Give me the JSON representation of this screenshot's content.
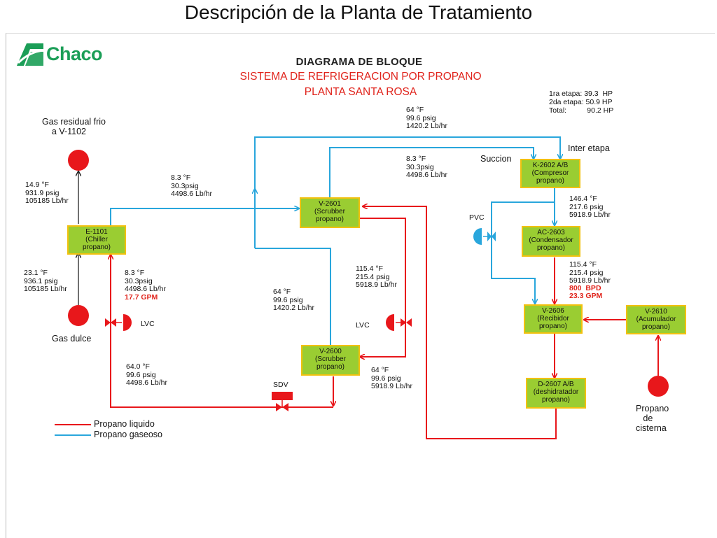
{
  "slide_title": "Descripción de la Planta de Tratamiento",
  "logo_text": "Chaco",
  "header": {
    "line1": "DIAGRAMA DE BLOQUE",
    "line2": "SISTEMA DE REFRIGERACION POR PROPANO",
    "line3": "PLANTA SANTA ROSA"
  },
  "power": {
    "row1": "1ra etapa: 39.3  HP",
    "row2": "2da etapa: 50.9 HP",
    "row3": "Total:          90.2 HP"
  },
  "equipment": {
    "e1101": [
      "E-1101",
      "(Chiller",
      "propano)"
    ],
    "v2601": [
      "V-2601",
      "(Scrubber",
      "propano)"
    ],
    "v2600": [
      "V-2600",
      "(Scrubber",
      "propano)"
    ],
    "k2602": [
      "K-2602 A/B",
      "(Compresor",
      "propano)"
    ],
    "ac2603": [
      "AC-2603",
      "(Condensador",
      "propano)"
    ],
    "v2606": [
      "V-2606",
      "(Recibidor",
      "propano)"
    ],
    "v2610": [
      "V-2610",
      "(Acumulador",
      "propano)"
    ],
    "d2607": [
      "D-2607 A/B",
      "(deshidratador",
      "propano)"
    ]
  },
  "labels": {
    "gas_residual": "Gas residual frio\n    a V-1102",
    "gas_dulce": "Gas dulce",
    "propano_cisterna": "Propano\n   de\ncisterna",
    "succion": "Succion",
    "inter_etapa": "Inter etapa",
    "pvc": "PVC",
    "lvc_left": "LVC",
    "lvc_mid": "LVC",
    "sdv": "SDV"
  },
  "streams": {
    "s_residual": "14.9 °F\n931.9 psig\n105185 Lb/hr",
    "s_dulce": "23.1 °F\n936.1 psig\n105185 Lb/hr",
    "s_e1101_out": "8.3 °F\n30.3psig\n4498.6 Lb/hr",
    "s_e1101_liq": "8.3 °F\n30.3psig\n4498.6 Lb/hr",
    "s_e1101_liq_gpm": "17.7 GPM",
    "s_e1101_in": "64.0 °F\n99.6 psig\n4498.6 Lb/hr",
    "s_top": "64 °F\n99.6 psig\n1420.2 Lb/hr",
    "s_succion": "8.3 °F\n30.3psig\n4498.6 Lb/hr",
    "s_v2600_vap": "64 °F\n99.6 psig\n1420.2 Lb/hr",
    "s_mid_liq": "115.4 °F\n215.4 psig\n5918.9 Lb/hr",
    "s_v2600_liq": "64 °F\n99.6 psig\n5918.9 Lb/hr",
    "s_comp_out": "146.4 °F\n217.6 psig\n5918.9 Lb/hr",
    "s_cond_out": "115.4 °F\n215.4 psig\n5918.9 Lb/hr",
    "s_cond_bpd": "800  BPD",
    "s_cond_gpm": "23.3 GPM"
  },
  "legend": {
    "liquid": "Propano liquido",
    "gas": "Propano gaseoso"
  },
  "colors": {
    "liquid": "#e8171b",
    "gas": "#29a6dc",
    "box_fill": "#9acd32",
    "box_border": "#f2c10f",
    "brand": "#1b9e57"
  }
}
